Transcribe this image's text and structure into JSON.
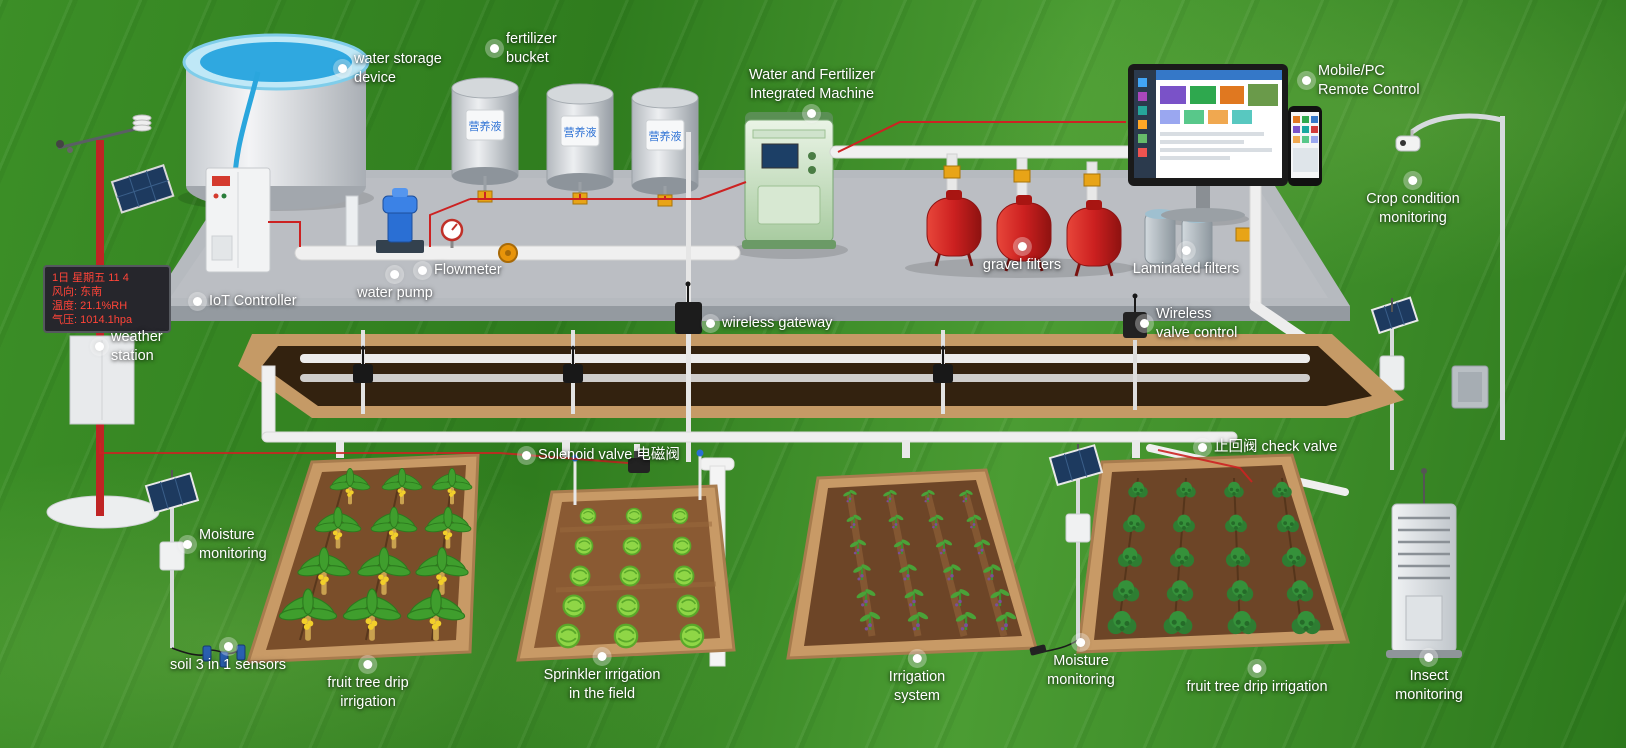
{
  "diagram": {
    "labels": {
      "water_storage": "water storage\ndevice",
      "fertilizer_bucket": "fertilizer\nbucket",
      "wf_machine": "Water and Fertilizer\nIntegrated Machine",
      "mobile_pc": "Mobile/PC\nRemote Control",
      "crop_monitoring": "Crop condition\nmonitoring",
      "iot_controller": "IoT Controller",
      "water_pump": "water pump",
      "flowmeter": "Flowmeter",
      "gravel_filters": "gravel filters",
      "laminated_filters": "Laminated filters",
      "weather_station": "weather\nstation",
      "wireless_gateway": "wireless gateway",
      "wireless_valve_control": "Wireless\nvalve control",
      "solenoid_valve": "Solenoid valve 电磁阀",
      "check_valve": "止回阀 check valve",
      "moisture_left": "Moisture\nmonitoring",
      "soil_sensors": "soil 3 in 1 sensors",
      "fruit_tree_left": "fruit tree drip\nirrigation",
      "sprinkler_field": "Sprinkler irrigation\nin the field",
      "irrigation_system": "Irrigation\nsystem",
      "moisture_right": "Moisture\nmonitoring",
      "fruit_tree_right": "fruit tree drip irrigation",
      "insect_monitoring": "Insect\nmonitoring"
    },
    "equipment_text": {
      "barrel_label": "营养液",
      "weather_display": {
        "line1": "1日 星期五 11 4",
        "line2": "风向: 东南",
        "line3": "温度: 21.1%RH",
        "line4": "气压: 1014.1hpa"
      }
    },
    "colors": {
      "grass": "#35821f",
      "platform": "#b6babf",
      "trench": "#33220f",
      "soil": "#7a4e2a",
      "wire_red": "#cc2222",
      "tank_water": "#35aee2",
      "filter_red": "#cc2020",
      "machine_green": "#a8cba0",
      "label_text": "#ffffff"
    }
  }
}
